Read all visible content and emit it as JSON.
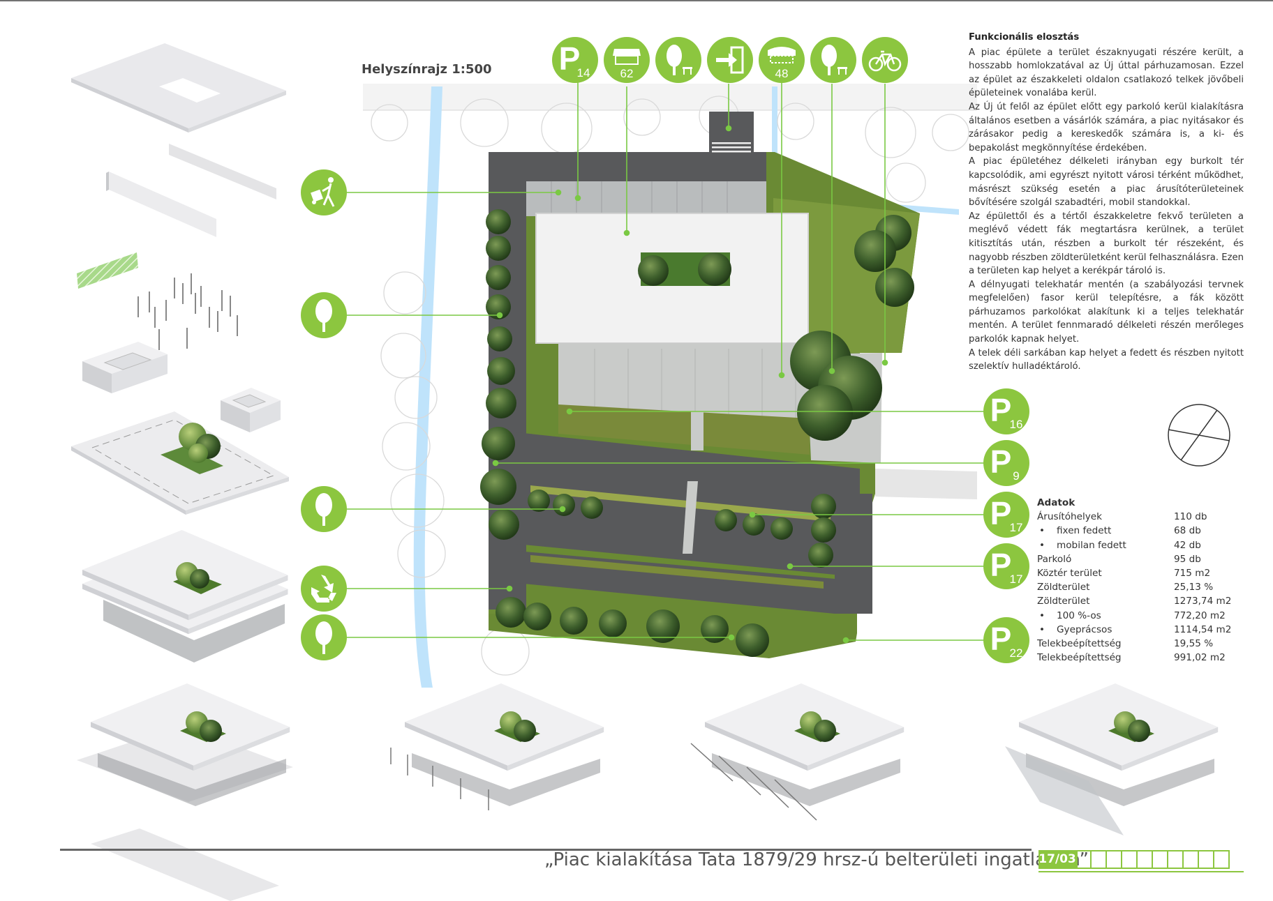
{
  "plan": {
    "title": "Helyszínrajz 1:500",
    "top_badges": [
      {
        "icon": "parking-icon",
        "count": "14"
      },
      {
        "icon": "market-stall-icon",
        "count": "62"
      },
      {
        "icon": "tree-bench-icon",
        "count": ""
      },
      {
        "icon": "entrance-icon",
        "count": ""
      },
      {
        "icon": "mobile-stall-icon",
        "count": "48"
      },
      {
        "icon": "tree-bench-icon",
        "count": ""
      },
      {
        "icon": "bicycle-icon",
        "count": ""
      }
    ],
    "left_badges": [
      {
        "icon": "trolley-icon"
      },
      {
        "icon": "tree-icon"
      },
      {
        "icon": "tree-icon"
      },
      {
        "icon": "recycle-icon"
      },
      {
        "icon": "tree-icon"
      }
    ],
    "right_badges": [
      {
        "icon": "parking-icon",
        "count": "16"
      },
      {
        "icon": "parking-icon",
        "count": "9"
      },
      {
        "icon": "parking-icon",
        "count": "17"
      },
      {
        "icon": "parking-icon",
        "count": "17"
      },
      {
        "icon": "parking-icon",
        "count": "22"
      }
    ]
  },
  "description": {
    "heading": "Funkcionális elosztás",
    "paragraphs": [
      "A piac épülete a terület északnyugati részére került, a hosszabb homlokzatával az Új úttal párhuzamosan. Ezzel az épület az északkeleti oldalon csatlakozó telkek jövőbeli épületeinek vonalába kerül.",
      "Az Új út felől az épület előtt egy parkoló kerül kialakításra általános esetben a vásárlók számára, a piac nyitásakor és zárásakor pedig a kereskedők számára is, a ki- és bepakolást megkönnyítése érdekében.",
      "A piac épületéhez délkeleti irányban egy burkolt tér kapcsolódik, ami egyrészt nyitott városi térként működhet, másrészt szükség esetén a piac árusítóterületeinek bővítésére szolgál szabadtéri, mobil standokkal.",
      "Az épülettől és a tértől északkeletre fekvő területen a meglévő védett fák megtartásra kerülnek, a terület kitisztítás után, részben a burkolt tér részeként, és nagyobb részben zöldterületként kerül felhasználásra. Ezen a területen kap helyet a kerékpár tároló is.",
      "A délnyugati telekhatár mentén (a szabályozási tervnek megfelelően) fasor kerül telepítésre, a fák között párhuzamos parkolókat alakítunk ki a teljes telekhatár mentén. A terület fennmaradó délkeleti részén merőleges parkolók kapnak helyet.",
      "A telek déli sarkában kap helyet a fedett és részben nyitott szelektív hulladéktároló."
    ]
  },
  "data_table": {
    "heading": "Adatok",
    "rows": [
      {
        "label": "Árusítóhelyek",
        "value": "110 db",
        "sub": false
      },
      {
        "label": "fixen fedett",
        "value": "68 db",
        "sub": true
      },
      {
        "label": "mobilan fedett",
        "value": "42 db",
        "sub": true
      },
      {
        "label": "Parkoló",
        "value": "95 db",
        "sub": false
      },
      {
        "label": "Köztér terület",
        "value": "715 m2",
        "sub": false
      },
      {
        "label": "Zöldterület",
        "value": "25,13 %",
        "sub": false
      },
      {
        "label": "Zöldterület",
        "value": "1273,74 m2",
        "sub": false
      },
      {
        "label": "100 %-os",
        "value": "772,20 m2",
        "sub": true
      },
      {
        "label": "Gyeprácsos",
        "value": "1114,54 m2",
        "sub": true
      },
      {
        "label": "Telekbeépítettség",
        "value": "19,55 %",
        "sub": false
      },
      {
        "label": "Telekbeépítettség",
        "value": "991,02 m2",
        "sub": false
      }
    ]
  },
  "footer": {
    "title": "„Piac kialakítása Tata 1879/29 hrsz-ú belterületi ingatlanon”",
    "page": "17/03"
  },
  "colors": {
    "accent": "#8cc63f",
    "accent_line": "#7ac943",
    "water": "#bfe3fb",
    "road": "#58595b",
    "grass": "#8a9a3e",
    "roof": "#f2f2f2",
    "paving": "#c9cbc9"
  }
}
